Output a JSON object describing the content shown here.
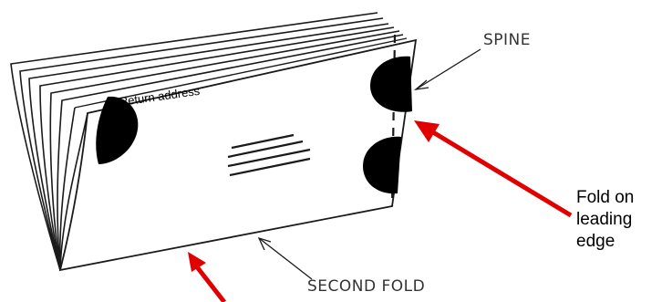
{
  "labels": {
    "spine": "SPINE",
    "second_fold": "SECOND FOLD",
    "return_address": "Return address",
    "fold_note": [
      "Fold on",
      "leading",
      "edge"
    ]
  },
  "colors": {
    "outline": "#1a1a1a",
    "arrow": "#e00000",
    "tab": "#000000"
  },
  "icons": [
    "tab-seal",
    "red-arrow",
    "pointer-arrow",
    "address-lines"
  ]
}
